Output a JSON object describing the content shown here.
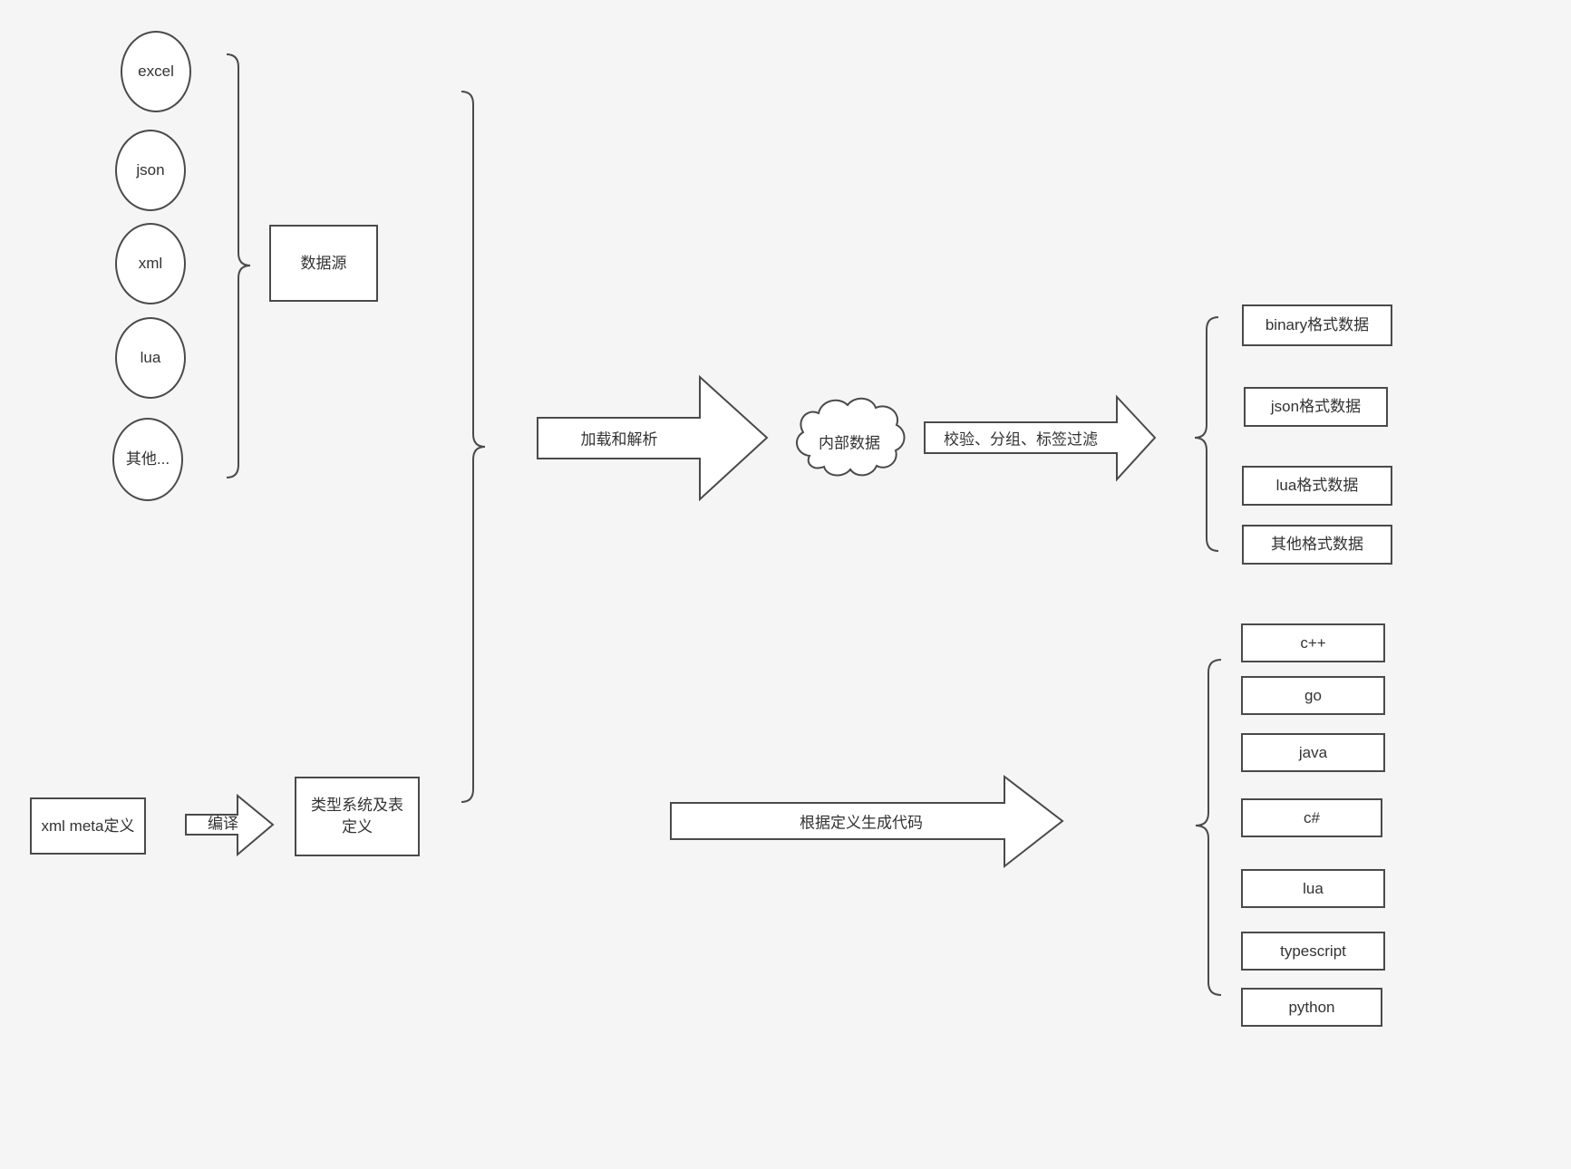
{
  "diagram": {
    "background": "#f5f5f5",
    "stroke_color": "#4a4a4a",
    "fill_color": "#ffffff",
    "text_color": "#333333"
  },
  "sources": {
    "items": [
      "excel",
      "json",
      "xml",
      "lua",
      "其他..."
    ],
    "group_label": "数据源"
  },
  "pipeline": {
    "load_arrow": "加载和解析",
    "internal_data": "内部数据",
    "filter_arrow": "校验、分组、标签过滤",
    "outputs": [
      "binary格式数据",
      "json格式数据",
      "lua格式数据",
      "其他格式数据"
    ]
  },
  "definition": {
    "xml_meta": "xml meta定义",
    "compile_arrow": "编译",
    "type_system": "类型系统及表定义",
    "codegen_arrow": "根据定义生成代码",
    "languages": [
      "c++",
      "go",
      "java",
      "c#",
      "lua",
      "typescript",
      "python"
    ]
  }
}
